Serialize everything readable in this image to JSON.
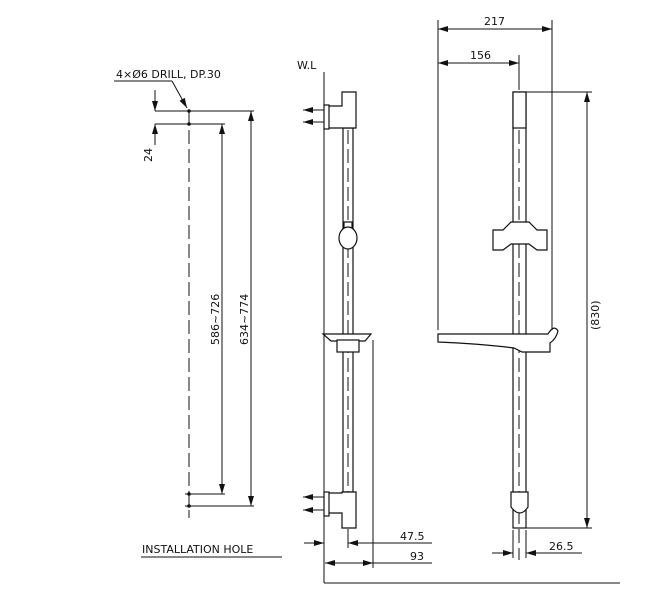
{
  "labels": {
    "drill_note": "4×Ø6 DRILL, DP.30",
    "water_line": "W.L",
    "dim_24": "24",
    "dim_586_726": "586~726",
    "dim_634_774": "634~774",
    "dim_217": "217",
    "dim_156": "156",
    "dim_830": "(830)",
    "dim_47_5": "47.5",
    "dim_93": "93",
    "dim_26_5": "26.5",
    "installation_hole": "INSTALLATION HOLE"
  }
}
